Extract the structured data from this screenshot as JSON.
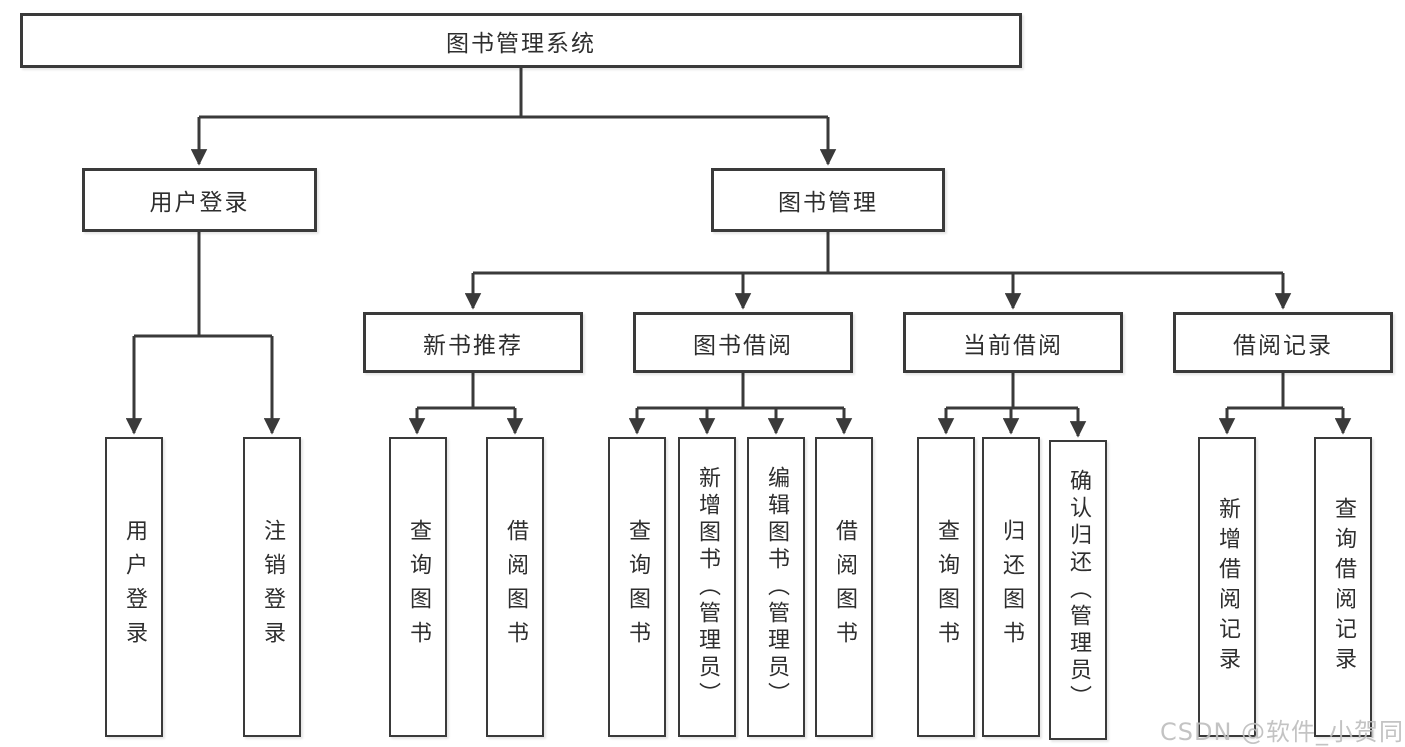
{
  "diagram": {
    "title": "图书管理系统",
    "branches": {
      "user_login": {
        "label": "用户登录",
        "children": [
          "用户登录",
          "注销登录"
        ]
      },
      "book_management": {
        "label": "图书管理",
        "sections": [
          {
            "label": "新书推荐",
            "children": [
              "查询图书",
              "借阅图书"
            ]
          },
          {
            "label": "图书借阅",
            "children": [
              "查询图书",
              "新增图书（管理员）",
              "编辑图书（管理员）",
              "借阅图书"
            ]
          },
          {
            "label": "当前借阅",
            "children": [
              "查询图书",
              "归还图书",
              "确认归还（管理员）"
            ]
          },
          {
            "label": "借阅记录",
            "children": [
              "新增借阅记录",
              "查询借阅记录"
            ]
          }
        ]
      }
    },
    "watermark": "CSDN @软件_小贺同学"
  },
  "colors": {
    "line": "#3a3a3a",
    "box_border": "#3a3a3a",
    "text": "#2e2e2e",
    "watermark": "#bebebe",
    "background": "#ffffff"
  }
}
